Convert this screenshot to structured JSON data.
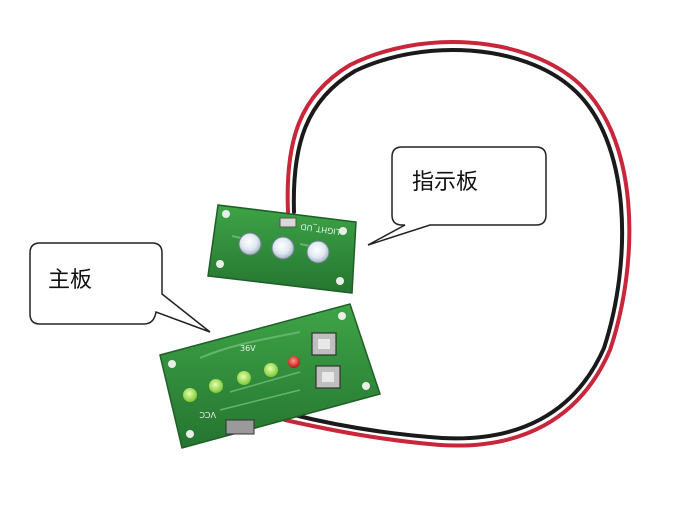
{
  "callouts": {
    "indicator_board": "指示板",
    "main_board": "主板"
  },
  "pcb_silkscreen": {
    "indicator_board": "LIGHT_UD",
    "main_board_vcc": "VCC",
    "main_board_voltage": "36V"
  },
  "colors": {
    "pcb_green": "#2f8f3a",
    "wire_red": "#c8263a",
    "wire_black": "#1a1a1a",
    "led_green": "#9fe04a",
    "led_red": "#e02020",
    "led_clear": "#e8f0f6"
  }
}
